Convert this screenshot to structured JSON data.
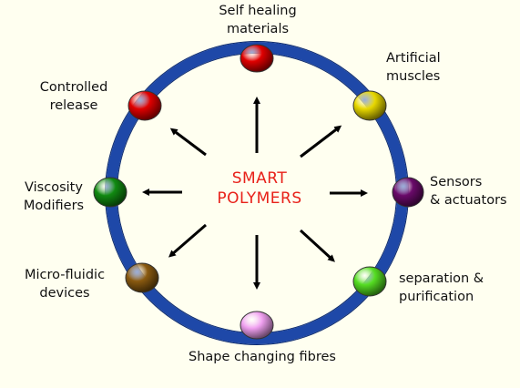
{
  "center": {
    "line1": "SMART",
    "line2": "POLYMERS",
    "color": "#e8211a"
  },
  "ring_color": "#1e48a8",
  "arrow_color": "#000000",
  "nodes": [
    {
      "id": "self-healing",
      "lines": [
        "Self healing",
        "materials"
      ],
      "color": "#e00000"
    },
    {
      "id": "artificial-muscles",
      "lines": [
        "Artificial",
        "muscles"
      ],
      "color": "#e8d800"
    },
    {
      "id": "sensors",
      "lines": [
        "Sensors",
        "& actuators"
      ],
      "color": "#6a0a6a"
    },
    {
      "id": "separation",
      "lines": [
        "separation &",
        "purification"
      ],
      "color": "#55dd22"
    },
    {
      "id": "shape-changing",
      "lines": [
        "Shape changing fibres"
      ],
      "color": "#f0a0f0"
    },
    {
      "id": "microfluidic",
      "lines": [
        "Micro-fluidic",
        "devices"
      ],
      "color": "#8a5a10"
    },
    {
      "id": "viscosity",
      "lines": [
        "Viscosity",
        "Modifiers"
      ],
      "color": "#118a11"
    },
    {
      "id": "controlled-release",
      "lines": [
        "Controlled",
        "release"
      ],
      "color": "#e00000"
    }
  ]
}
